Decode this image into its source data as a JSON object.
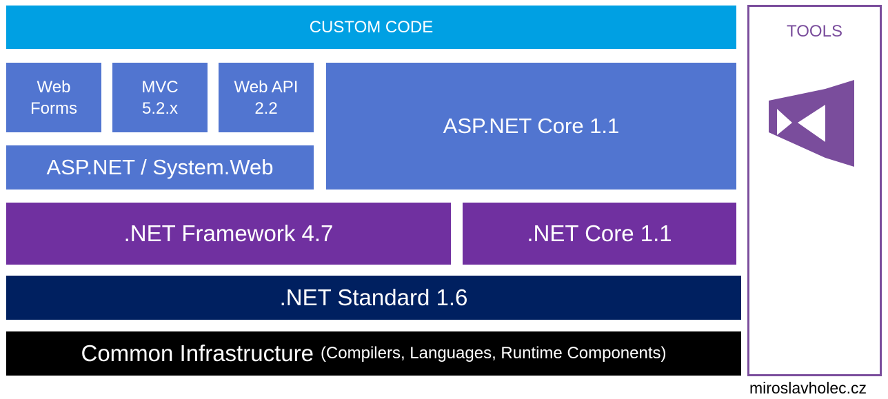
{
  "layers": {
    "custom_code": "CUSTOM CODE",
    "web_forms": [
      "Web",
      "Forms"
    ],
    "mvc": [
      "MVC",
      "5.2.x"
    ],
    "web_api": [
      "Web API",
      "2.2"
    ],
    "system_web": "ASP.NET / System.Web",
    "aspnet_core": "ASP.NET Core 1.1",
    "net_framework": ".NET Framework 4.7",
    "net_core": ".NET Core 1.1",
    "net_standard": ".NET Standard 1.6",
    "common_infra": "Common Infrastructure",
    "common_infra_detail": "(Compilers, Languages, Runtime Components)"
  },
  "tools": {
    "label": "TOOLS",
    "icon": "visual-studio-icon"
  },
  "credit": "miroslavholec.cz",
  "colors": {
    "custom_code": "#00a0e3",
    "aspnet": "#5175d0",
    "framework": "#7030a0",
    "standard": "#002060",
    "infrastructure": "#000000",
    "tools": "#7a4d9c"
  }
}
